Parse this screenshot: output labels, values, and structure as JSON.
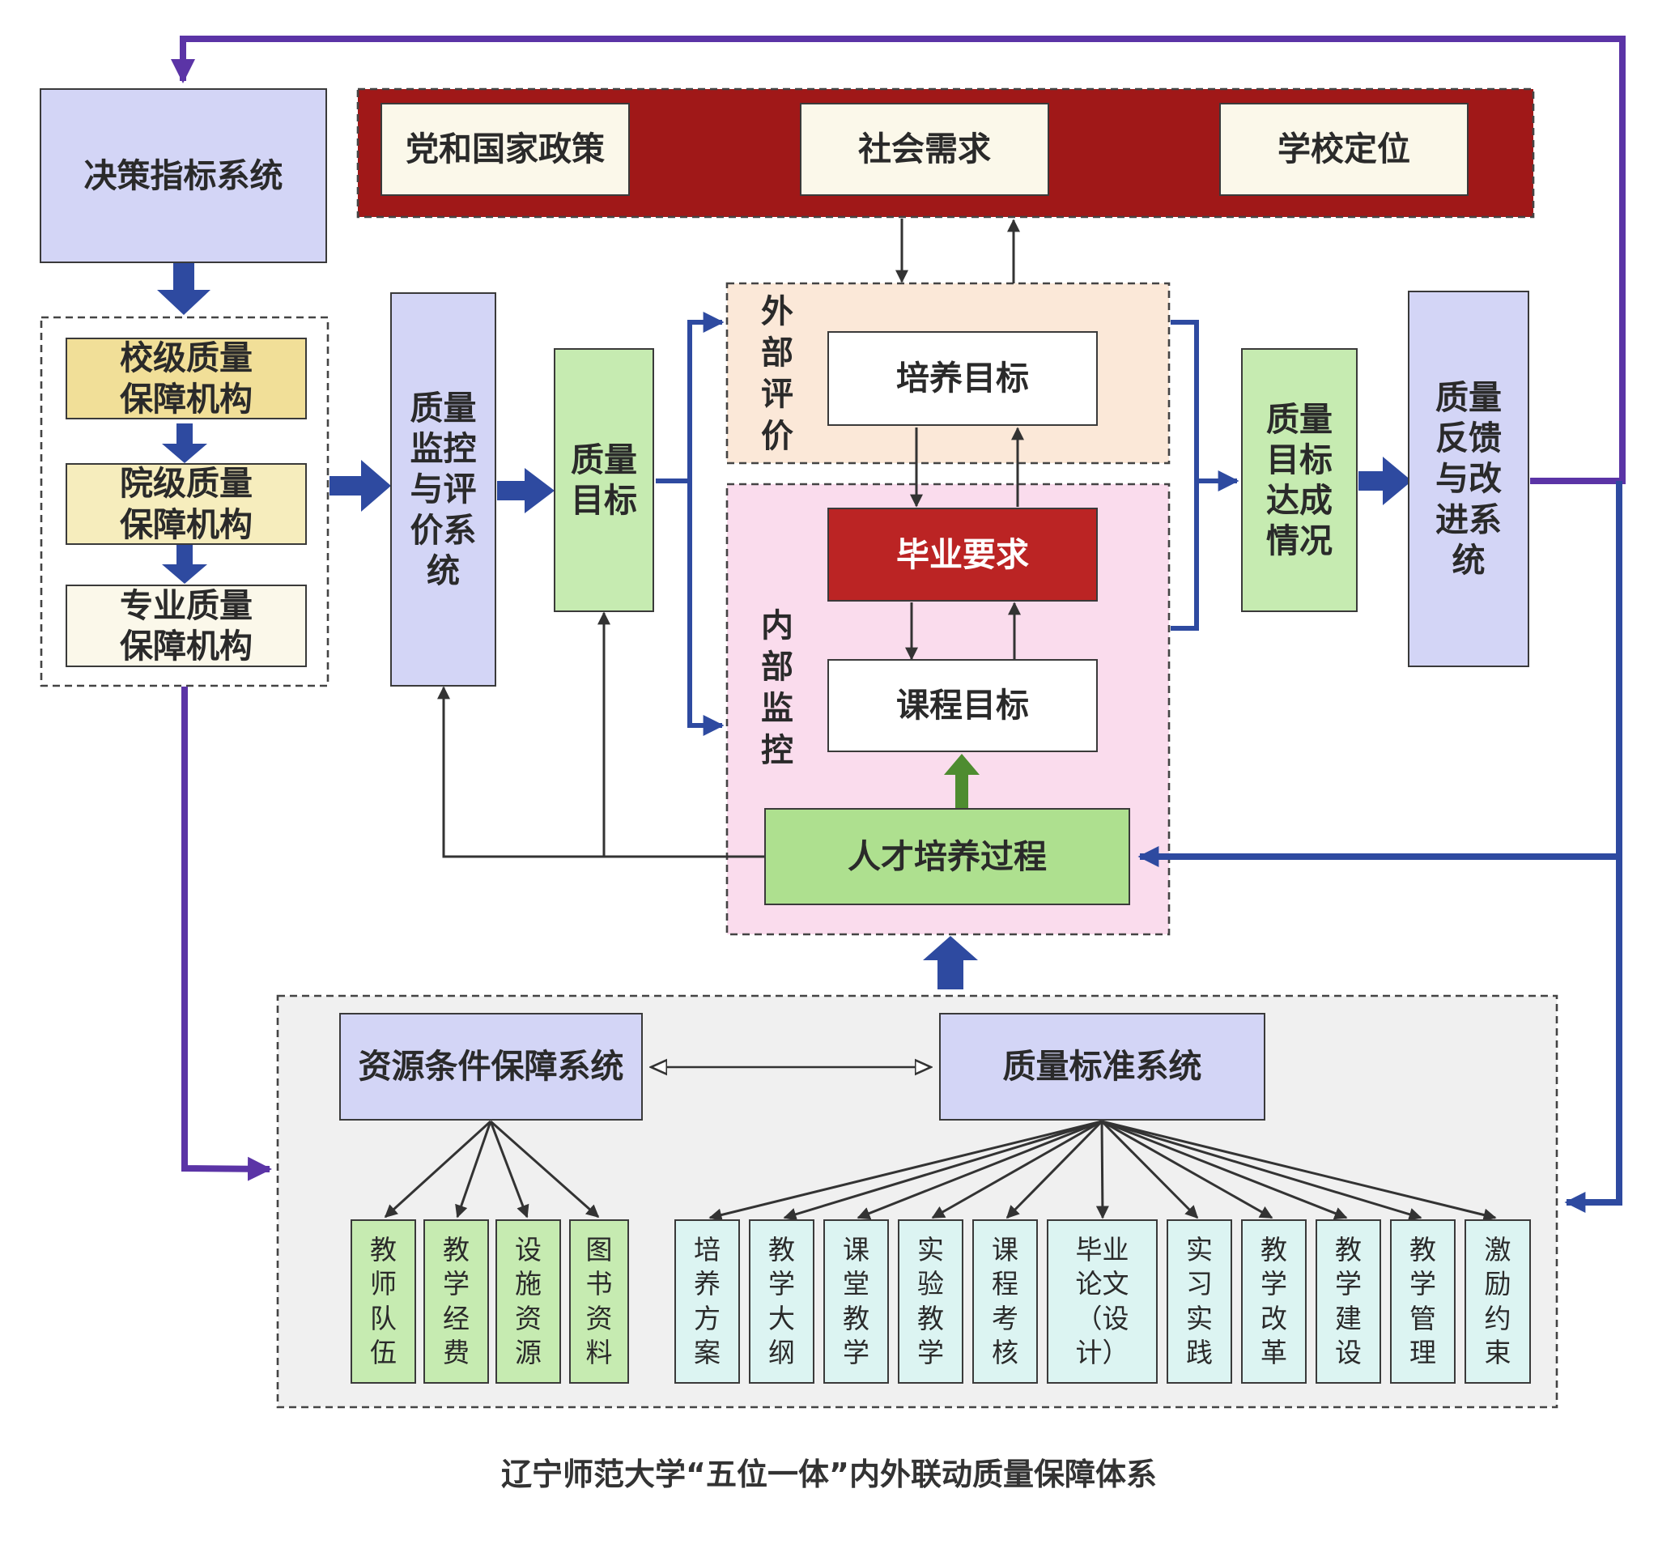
{
  "decision_system": "决策指标系统",
  "org": {
    "school": [
      "校级质量",
      "保障机构"
    ],
    "college": [
      "院级质量",
      "保障机构"
    ],
    "major": [
      "专业质量",
      "保障机构"
    ]
  },
  "top_factors": [
    "党和国家政策",
    "社会需求",
    "学校定位"
  ],
  "monitor_system": [
    "质",
    "量",
    "监",
    "控",
    "与",
    "评",
    "价",
    "系",
    "统"
  ],
  "quality_target": [
    "质量",
    "目标"
  ],
  "external_eval": [
    "外",
    "部",
    "评",
    "价"
  ],
  "internal_monitor": [
    "内",
    "部",
    "监",
    "控"
  ],
  "training_goal": "培养目标",
  "graduation_req": "毕业要求",
  "course_goal": "课程目标",
  "talent_process": "人才培养过程",
  "achievement": [
    "质量",
    "目标",
    "达成",
    "情况"
  ],
  "feedback": [
    "质量",
    "反馈",
    "与改",
    "进系",
    "统"
  ],
  "resource_system": "资源条件保障系统",
  "standard_system": "质量标准系统",
  "resource_items": [
    [
      "教",
      "师",
      "队",
      "伍"
    ],
    [
      "教",
      "学",
      "经",
      "费"
    ],
    [
      "设",
      "施",
      "资",
      "源"
    ],
    [
      "图",
      "书",
      "资",
      "料"
    ]
  ],
  "standard_items": [
    [
      "培",
      "养",
      "方",
      "案"
    ],
    [
      "教",
      "学",
      "大",
      "纲"
    ],
    [
      "课",
      "堂",
      "教",
      "学"
    ],
    [
      "实",
      "验",
      "教",
      "学"
    ],
    [
      "课",
      "程",
      "考",
      "核"
    ],
    [
      "毕业",
      "论文",
      "（设",
      "计）"
    ],
    [
      "实",
      "习",
      "实",
      "践"
    ],
    [
      "教",
      "学",
      "改",
      "革"
    ],
    [
      "教",
      "学",
      "建",
      "设"
    ],
    [
      "教",
      "学",
      "管",
      "理"
    ],
    [
      "激",
      "励",
      "约",
      "束"
    ]
  ],
  "caption": "辽宁师范大学“五位一体”内外联动质量保障体系",
  "colors": {
    "blue_arrow": "#2e4aa0",
    "purple_arrow": "#5b34a6",
    "dark_red": "#a01818",
    "red_box": "#bb2424",
    "green_arrow": "#4e8c30"
  }
}
